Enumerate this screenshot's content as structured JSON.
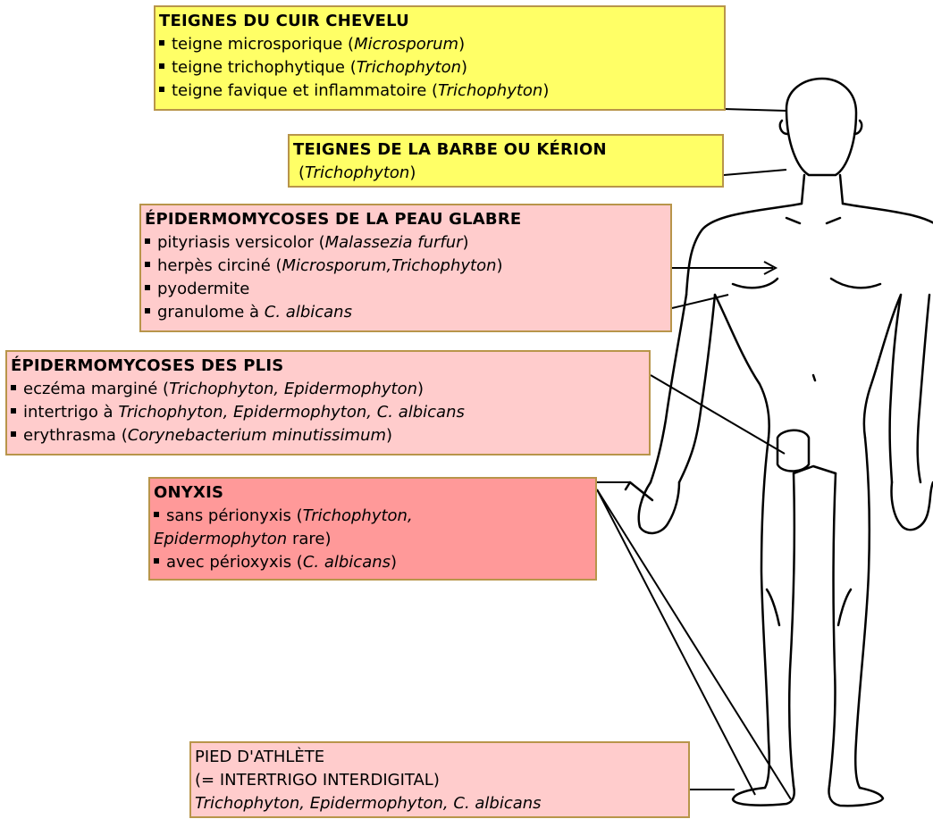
{
  "colors": {
    "yellow": "#ffff66",
    "pink": "#ffcccc",
    "red": "#ff9999",
    "border": "#b8954a"
  },
  "icons": [
    "human-body-outline"
  ],
  "boxes": {
    "cuir_chevelu": {
      "title": "TEIGNES DU CUIR CHEVELU",
      "items": [
        {
          "pre": "teigne microsporique (",
          "it": "Microsporum",
          "post": ")"
        },
        {
          "pre": "teigne trichophytique (",
          "it": "Trichophyton",
          "post": ")"
        },
        {
          "pre": "teigne favique et inflammatoire (",
          "it": "Trichophyton",
          "post": ")"
        }
      ]
    },
    "barbe": {
      "title": "TEIGNES DE LA BARBE OU KÉRION",
      "line": {
        "pre": "(",
        "it": "Trichophyton",
        "post": ")"
      }
    },
    "peau_glabre": {
      "title": "ÉPIDERMOMYCOSES DE LA PEAU GLABRE",
      "items": [
        {
          "pre": "pityriasis versicolor (",
          "it": "Malassezia furfur",
          "post": ")"
        },
        {
          "pre": "herpès circiné (",
          "it": "Microsporum,Trichophyton",
          "post": ")"
        },
        {
          "pre": "pyodermite",
          "it": "",
          "post": ""
        },
        {
          "pre": "granulome à ",
          "it": "C. albicans",
          "post": ""
        }
      ]
    },
    "plis": {
      "title": "ÉPIDERMOMYCOSES DES PLIS",
      "items": [
        {
          "pre": "eczéma marginé (",
          "it": "Trichophyton, Epidermophyton",
          "post": ")"
        },
        {
          "pre": "intertrigo à ",
          "it": "Trichophyton, Epidermophyton, C. albicans",
          "post": ""
        },
        {
          "pre": "erythrasma (",
          "it": "Corynebacterium minutissimum",
          "post": ")"
        }
      ]
    },
    "onyxis": {
      "title": "ONYXIS",
      "item1": {
        "pre": "sans périonyxis (",
        "it": "Trichophyton,"
      },
      "item1_cont": {
        "it": "Epidermophyton",
        "post": " rare)"
      },
      "item2": {
        "pre": "avec périoxyxis (",
        "it": "C. albicans",
        "post": ")"
      }
    },
    "pied": {
      "line1": "PIED D'ATHLÈTE",
      "line2": "(= INTERTRIGO INTERDIGITAL)",
      "line3": "Trichophyton, Epidermophyton, C. albicans"
    }
  }
}
